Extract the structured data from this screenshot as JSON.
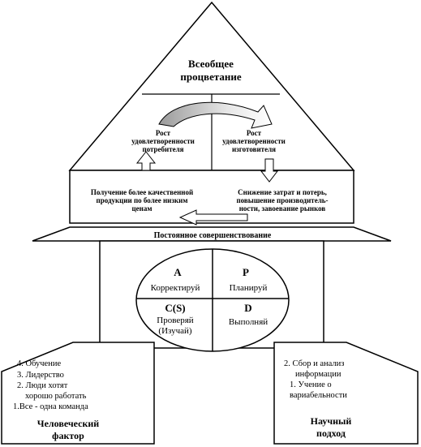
{
  "roof": {
    "title_line1": "Всеобщее",
    "title_line2": "процветание"
  },
  "upper_left": {
    "line1": "Рост",
    "line2": "удовлетворенности",
    "line3": "потребителя"
  },
  "upper_right": {
    "line1": "Рост",
    "line2": "удовлетворенности",
    "line3": "изготовителя"
  },
  "lower_left": {
    "line1": "Получение более качественной",
    "line2": "продукции по более низким",
    "line3": "ценам"
  },
  "lower_right": {
    "line1": "Снижение затрат и потерь,",
    "line2": "повышение производитель-",
    "line3": "ности, завоевание рынков"
  },
  "band_label": "Постоянное совершенствование",
  "cycle": {
    "a_letter": "A",
    "a_label": "Корректируй",
    "p_letter": "P",
    "p_label": "Планируй",
    "c_letter": "C(S)",
    "c_label_line1": "Проверяй",
    "c_label_line2": "(Изучай)",
    "d_letter": "D",
    "d_label": "Выполняй"
  },
  "human_factor": {
    "item4": "4. Обучение",
    "item3": "3. Лидерство",
    "item2_line1": "2. Люди хотят",
    "item2_line2": "хорошо работать",
    "item1": "1.Все - одна команда",
    "title_line1": "Человеческий",
    "title_line2": "фактор"
  },
  "scientific": {
    "item2_line1": "2. Сбор и анализ",
    "item2_line2": "информации",
    "item1_line1": "1. Учение о",
    "item1_line2": "вариабельности",
    "title_line1": "Научный",
    "title_line2": "подход"
  },
  "colors": {
    "line": "#000000",
    "arrow_fill": "#c0c0c0",
    "background": "#ffffff"
  }
}
